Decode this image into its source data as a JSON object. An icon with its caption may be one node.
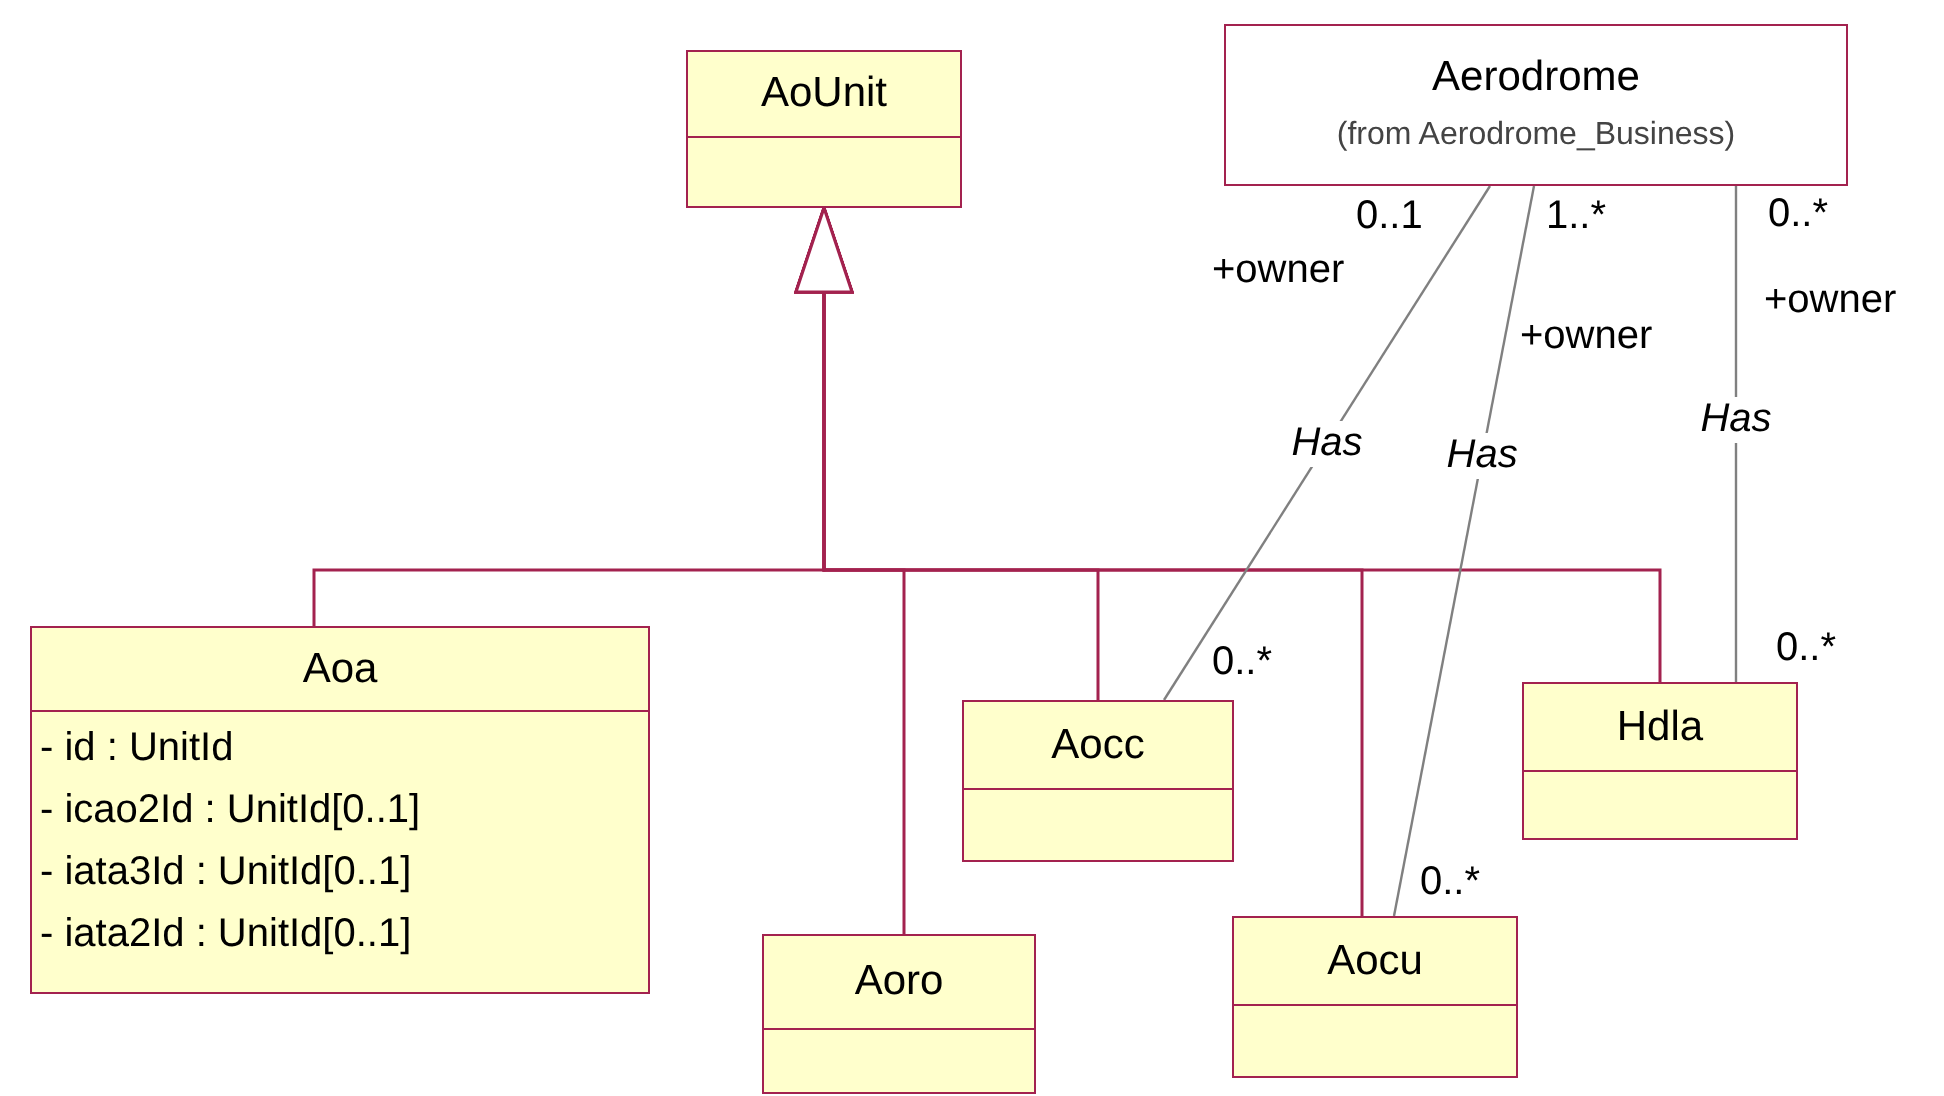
{
  "diagram": {
    "nodes": [
      {
        "text": [
          "AoUnit"
        ]
      },
      {
        "text": [
          "Aerodrome",
          "(from Aerodrome_Business)"
        ]
      },
      {
        "text": [
          "Aoa",
          "- id : UnitId",
          "- icao2Id : UnitId[0..1]",
          "- iata3Id : UnitId[0..1]",
          "- iata2Id : UnitId[0..1]"
        ]
      },
      {
        "text": [
          "Aoro"
        ]
      },
      {
        "text": [
          "Aocc"
        ]
      },
      {
        "text": [
          "Aocu"
        ]
      },
      {
        "text": [
          "Hdla"
        ]
      }
    ],
    "edges": [
      {
        "from": 2,
        "to": 0,
        "arrow": "to"
      },
      {
        "from": 3,
        "to": 0,
        "arrow": "to"
      },
      {
        "from": 4,
        "to": 0,
        "arrow": "to"
      },
      {
        "from": 5,
        "to": 0,
        "arrow": "to"
      },
      {
        "from": 6,
        "to": 0,
        "arrow": "to"
      },
      {
        "from": 1,
        "to": 4,
        "arrow": "none",
        "label": "Has",
        "color": "#808080"
      },
      {
        "from": 1,
        "to": 5,
        "arrow": "none",
        "label": "Has",
        "color": "#808080"
      },
      {
        "from": 1,
        "to": 6,
        "arrow": "none",
        "label": "Has",
        "color": "#808080"
      }
    ],
    "labels": [
      "0..1",
      "1..*",
      "0..*",
      "+owner",
      "+owner",
      "+owner",
      "0..*",
      "0..*",
      "0..*"
    ]
  }
}
